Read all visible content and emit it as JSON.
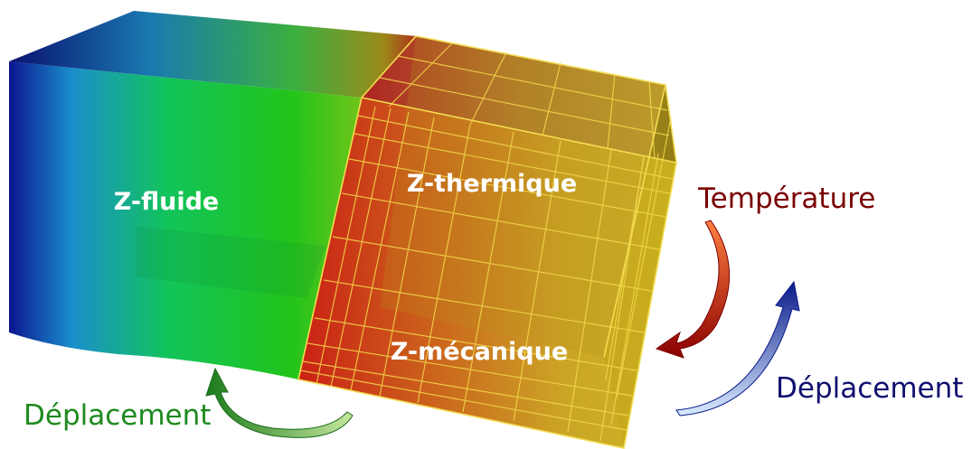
{
  "zones": {
    "fluid": "Z-fluide",
    "thermal": "Z-thermique",
    "mechanical": "Z-mécanique"
  },
  "arrows": {
    "fluid_displacement": {
      "label": "Déplacement",
      "color": "#1e8a1e"
    },
    "temperature": {
      "label": "Température",
      "color": "#7a0000"
    },
    "mech_displacement": {
      "label": "Déplacement",
      "color": "#101070"
    }
  },
  "colors": {
    "fluid_blue": "#0a1a9a",
    "fluid_cyan": "#19b7c4",
    "fluid_green": "#12c42a",
    "solid_red": "#cc1a0a",
    "solid_yellow": "#c9b21a",
    "mesh_line": "#f0d84a"
  }
}
